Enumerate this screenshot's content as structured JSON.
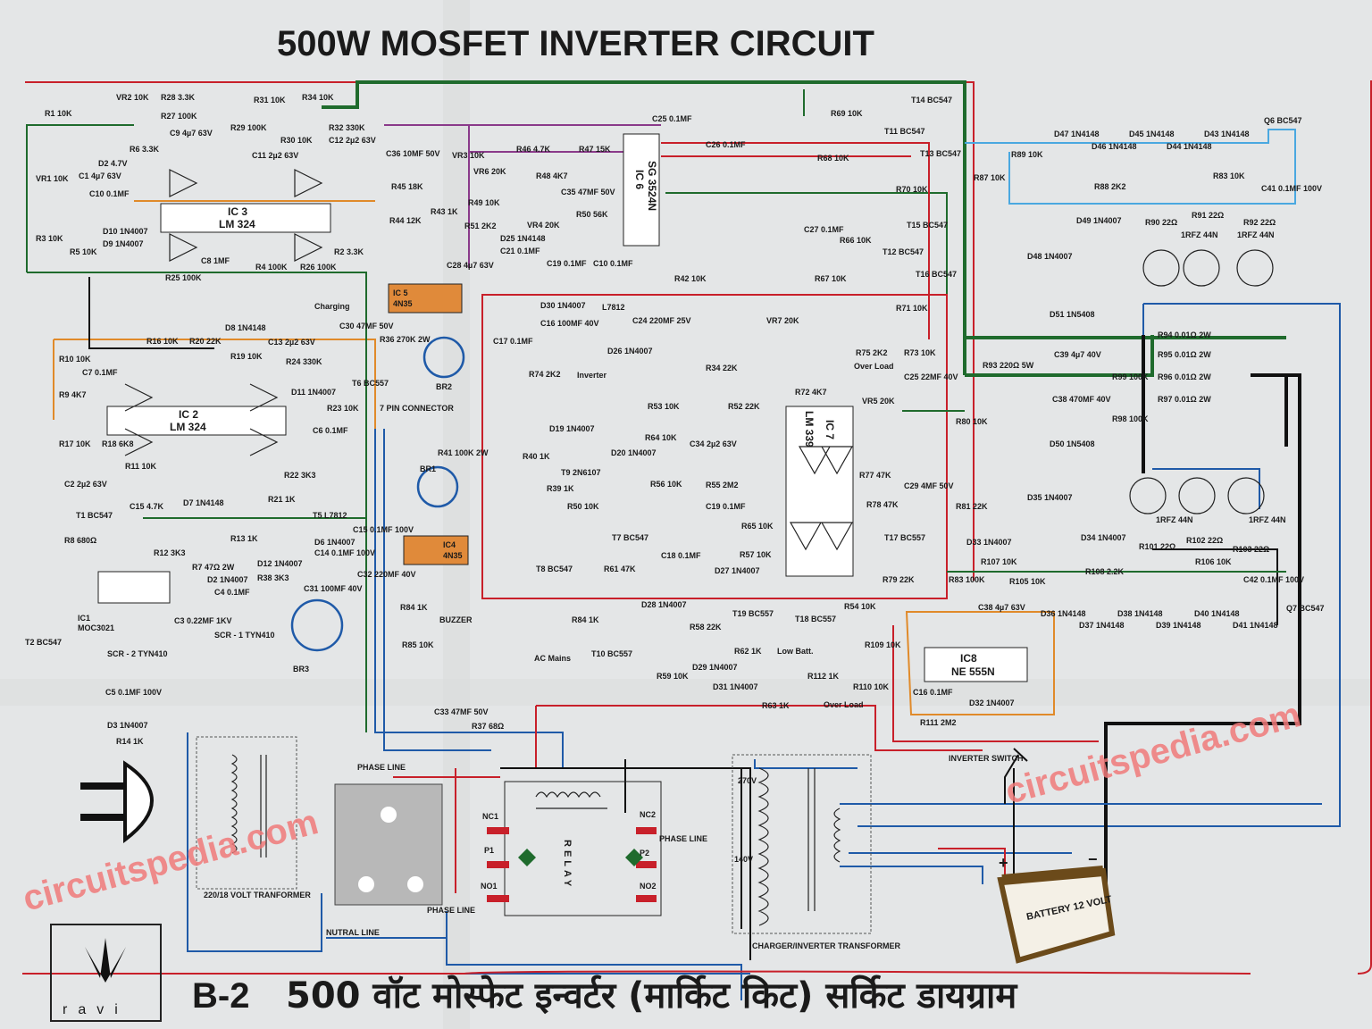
{
  "title": "500W MOSFET INVERTER CIRCUIT",
  "footer": {
    "code": "B-2",
    "hindi_title": "500 वॉट मोस्फेट इन्वर्टर (मार्किट किट) सर्किट डायग्राम",
    "logo_text": "ravi"
  },
  "watermarks": [
    "circuitspedia.com",
    "circuitspedia.com"
  ],
  "colors": {
    "red": "#c8202a",
    "green": "#1f6b2d",
    "blue": "#1f5aa8",
    "black": "#111111",
    "orange": "#e08a2a",
    "purple": "#8a3a8a",
    "lightblue": "#4aa8e0",
    "ic_highlight": "#e08a3a",
    "watermark": "#f07a7a",
    "battery": "#6b4a1a"
  },
  "ics": {
    "ic3": {
      "name": "IC 3",
      "part": "LM 324"
    },
    "ic2": {
      "name": "IC 2",
      "part": "LM 324"
    },
    "ic6": {
      "name": "IC 6",
      "part": "SG 3524N"
    },
    "ic7": {
      "name": "IC 7",
      "part": "LM 339"
    },
    "ic8": {
      "name": "IC8",
      "part": "NE 555N"
    },
    "ic5": {
      "name": "IC 5",
      "part": "4N35"
    },
    "ic4": {
      "name": "IC4",
      "part": "4N35"
    },
    "ic1": {
      "name": "IC1",
      "part": "MOC3021"
    }
  },
  "labels": {
    "r1": "R1 10K",
    "vr2": "VR2 10K",
    "r28": "R28 3.3K",
    "r27": "R27 100K",
    "r31": "R31 10K",
    "r34": "R34 10K",
    "r32": "R32 330K",
    "r29": "R29 100K",
    "r30": "R30 10K",
    "c9": "C9 4µ7 63V",
    "c11": "C11 2µ2 63V",
    "c12": "C12 2µ2 63V",
    "vr1": "VR1 10K",
    "c1": "C1 4µ7 63V",
    "d2": "D2 4.7V",
    "r6": "R6 3.3K",
    "c10": "C10 0.1MF",
    "d10": "D10 1N4007",
    "d9": "D9 1N4007",
    "r3": "R3 10K",
    "r5": "R5 10K",
    "c8": "C8 1MF",
    "r25": "R25 100K",
    "r4": "R4 100K",
    "r26": "R26 100K",
    "r2": "R2 3.3K",
    "charging": "Charging",
    "r16": "R16 10K",
    "r20": "R20 22K",
    "r19": "R19 10K",
    "d8": "D8 1N4148",
    "c13": "C13 2µ2 63V",
    "r24": "R24 330K",
    "c30": "C30 47MF 50V",
    "r10": "R10 10K",
    "r9": "R9 4K7",
    "c7": "C7 0.1MF",
    "t6": "T6 BC557",
    "d11": "D11 1N4007",
    "r23": "R23 10K",
    "c6": "C6 0.1MF",
    "r17": "R17 10K",
    "r18": "R18 6K8",
    "c2": "C2 2µ2 63V",
    "t1": "T1 BC547",
    "r11": "R11 10K",
    "c15": "C15 4.7K",
    "r22": "R22 3K3",
    "d7": "D7 1N4148",
    "r21": "R21 1K",
    "t5": "T5 L7812",
    "c31": "C31 100MF 40V",
    "c15b": "C15 0.1MF 100V",
    "r8": "R8 680Ω",
    "r12": "R12 3K3",
    "t2": "T2 BC547",
    "r13": "R13 1K",
    "r7": "R7 47Ω 2W",
    "d2b": "D2 1N4007",
    "c4": "C4 0.1MF",
    "c3": "C3 0.22MF 1KV",
    "scr1": "SCR - 1 TYN410",
    "r38": "R38 3K3",
    "d12": "D12 1N4007",
    "d6": "D6 1N4007",
    "c14": "C14 0.1MF 100V",
    "c32": "C32 220MF 40V",
    "br3": "BR3",
    "scr2": "SCR - 2 TYN410",
    "c5": "C5 0.1MF 100V",
    "d3": "D3 1N4007",
    "r14": "R14 1K",
    "c36": "C36 10MF 50V",
    "vr3": "VR3 10K",
    "r45": "R45 18K",
    "r44": "R44 12K",
    "r43": "R43 1K",
    "r46": "R46 4.7K",
    "r47": "R47 15K",
    "vr6": "VR6 20K",
    "r49": "R49 10K",
    "r48": "R48 4K7",
    "c35": "C35 47MF 50V",
    "r51": "R51 2K2",
    "d25": "D25 1N4148",
    "c21": "C21 0.1MF",
    "vr4": "VR4 20K",
    "r50": "R50 56K",
    "c19": "C19 0.1MF",
    "c10b": "C10 0.1MF",
    "c28": "C28 4µ7 63V",
    "c25": "C25 0.1MF",
    "c26": "C26 0.1MF",
    "r42": "R42 10K",
    "r36": "R36 270K 2W",
    "br2": "BR2",
    "d30": "D30 1N4007",
    "c16": "C16 100MF 40V",
    "l7812": "L7812",
    "c24": "C24 220MF 25V",
    "c17": "C17 0.1MF",
    "d26": "D26 1N4007",
    "r74": "R74 2K2",
    "inverter": "Inverter",
    "connector": "7 PIN CONNECTOR",
    "r41": "R41 100K 2W",
    "br1": "BR1",
    "d19": "D19 1N4007",
    "t9": "T9 2N6107",
    "d20": "D20 1N4007",
    "r40": "R40 1K",
    "r39": "R39 1K",
    "t8": "T8 BC547",
    "r50b": "R50 10K",
    "t7": "T7 BC547",
    "r61": "R61 47K",
    "r53": "R53 10K",
    "r64": "R64 10K",
    "c34": "C34 2µ2 63V",
    "r56": "R56 10K",
    "r34b": "R34 22K",
    "r52": "R52 22K",
    "r55": "R55 2M2",
    "c19b": "C19 0.1MF",
    "c18": "C18 0.1MF",
    "d27": "D27 1N4007",
    "r65": "R65 10K",
    "r57": "R57 10K",
    "vr7": "VR7 20K",
    "r75": "R75 2K2",
    "overload": "Over Load",
    "r73": "R73 10K",
    "c25b": "C25 22MF 40V",
    "r72": "R72 4K7",
    "vr5": "VR5 20K",
    "r77": "R77 47K",
    "c29": "C29 4MF 50V",
    "r78": "R78 47K",
    "t17": "T17 BC557",
    "r79": "R79 22K",
    "r80": "R80 10K",
    "r69": "R69 10K",
    "t11": "T11 BC547",
    "r68": "R68 10K",
    "t14": "T14 BC547",
    "t13": "T13 BC547",
    "r70": "R70 10K",
    "c27": "C27 0.1MF",
    "r66": "R66 10K",
    "t15": "T15 BC547",
    "t12": "T12 BC547",
    "r67": "R67 10K",
    "t16": "T16 BC547",
    "r71": "R71 10K",
    "r89": "R89 10K",
    "d47": "D47 1N4148",
    "d46": "D46 1N4148",
    "d45": "D45 1N4148",
    "d44": "D44 1N4148",
    "d43": "D43 1N4148",
    "q6": "Q6 BC547",
    "r87": "R87 10K",
    "r83": "R83 10K",
    "c41": "C41 0.1MF 100V",
    "r88": "R88 2K2",
    "d49": "D49 1N4007",
    "r90": "R90 22Ω",
    "r91": "R91 22Ω",
    "r92": "R92 22Ω",
    "mosfet": "1RFZ 44N",
    "d48": "D48 1N4007",
    "d51": "D51 1N5408",
    "r93": "R93 220Ω 5W",
    "c39": "C39 4µ7 40V",
    "r99": "R99 100K",
    "c38": "C38 470MF 40V",
    "r98": "R98 100K",
    "d50": "D50 1N5408",
    "r94": "R94 0.01Ω 2W",
    "r95": "R95 0.01Ω 2W",
    "r96": "R96 0.01Ω 2W",
    "r97": "R97 0.01Ω 2W",
    "d35": "D35 1N4007",
    "r81": "R81 22K",
    "d33": "D33 1N4007",
    "d34": "D34 1N4007",
    "r108": "R108 2.2K",
    "r101": "R101 22Ω",
    "r102": "R102 22Ω",
    "r103": "R103 22Ω",
    "r83b": "R83 100K",
    "r107": "R107 10K",
    "r105": "R105 10K",
    "r106": "R106 10K",
    "d36": "D36 1N4148",
    "d37": "D37 1N4148",
    "d38": "D38 1N4148",
    "d39": "D39 1N4148",
    "d40": "D40 1N4148",
    "d41": "D41 1N4148",
    "c42": "C42 0.1MF 100V",
    "q7": "Q7 BC547",
    "c38b": "C38 4µ7 63V",
    "d32": "D32 1N4007",
    "c16b": "C16 0.1MF",
    "r111": "R111 2M2",
    "d28": "D28 1N4007",
    "r84": "R84 1K",
    "r85": "R85 10K",
    "r84b": "R84 1K",
    "buzzer": "BUZZER",
    "acmains": "AC Mains",
    "t10": "T10 BC557",
    "r59": "R59 10K",
    "r58": "R58 22K",
    "t19": "T19 BC557",
    "r62": "R62 1K",
    "lowbatt": "Low Batt.",
    "d29": "D29 1N4007",
    "d31": "D31 1N4007",
    "r63": "R63 1K",
    "t18": "T18 BC557",
    "r54": "R54 10K",
    "r109": "R109 10K",
    "r112": "R112 1K",
    "overload2": "Over Load",
    "r110": "R110 10K",
    "c33": "C33 47MF 50V",
    "r37": "R37 68Ω",
    "phase_line": "PHASE LINE",
    "phase_line2": "PHASE LINE",
    "phase_line3": "PHASE LINE",
    "nutral_line": "NUTRAL LINE",
    "tr1": "220/18 VOLT TRANFORMER",
    "relay": "RELAY",
    "nc1": "NC1",
    "nc2": "NC2",
    "p1": "P1",
    "p2": "P2",
    "no1": "NO1",
    "no2": "NO2",
    "v270": "270V",
    "v140": "140V",
    "tr2": "CHARGER/INVERTER TRANSFORMER",
    "inv_switch": "INVERTER SWITCH",
    "battery": "BATTERY 12 VOLT",
    "plus": "+",
    "minus": "−"
  }
}
